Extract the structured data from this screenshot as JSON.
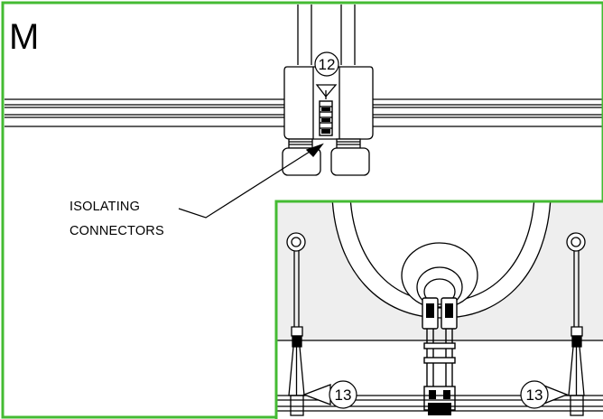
{
  "figure": {
    "panel_label": "M",
    "callout_lines": [
      "ISOLATING",
      "CONNECTORS"
    ],
    "step_numbers": {
      "top": "12",
      "bottom_left": "13",
      "bottom_right": "13"
    }
  },
  "colors": {
    "frame": "#44bb33",
    "line": "#000000",
    "inset_background": "#eeeeee",
    "background": "#ffffff"
  },
  "icons": [
    "arrow-icon",
    "connector-icon",
    "pin-icon"
  ]
}
